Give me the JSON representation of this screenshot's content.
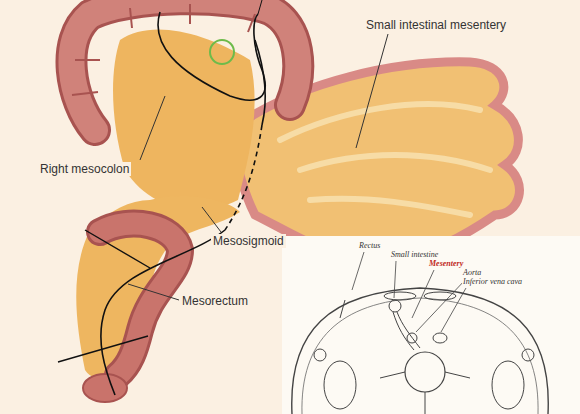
{
  "diagram": {
    "labels": [
      "Small intestinal mesentery",
      "Right mesocolon",
      "Mesosigmoid",
      "Mesorectum",
      "Rectus",
      "Small intestine",
      "Mesentery",
      "Aorta",
      "Inferior vena cava"
    ]
  }
}
